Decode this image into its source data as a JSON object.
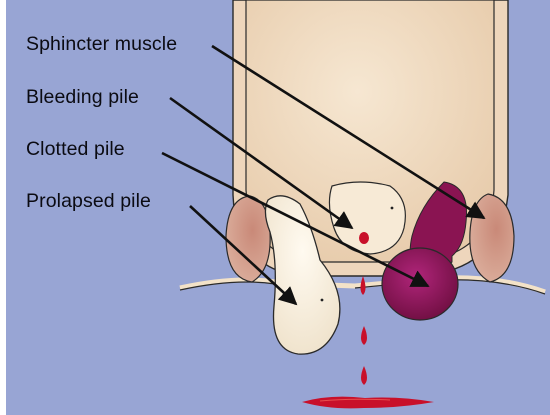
{
  "colors": {
    "background": "#98a5d4",
    "rectum": "#f0dcc2",
    "outline": "#2a2a2a",
    "sphincter": "#d6a08e",
    "clotted_pile": "#8a1452",
    "blood": "#c8102a",
    "prolapsed_pile": "#f7eedf",
    "callout_line": "#111111"
  },
  "labels": [
    {
      "id": "sphincter-muscle",
      "text": "Sphincter muscle"
    },
    {
      "id": "bleeding-pile",
      "text": "Bleeding pile"
    },
    {
      "id": "clotted-pile",
      "text": "Clotted pile"
    },
    {
      "id": "prolapsed-pile",
      "text": "Prolapsed pile"
    }
  ]
}
